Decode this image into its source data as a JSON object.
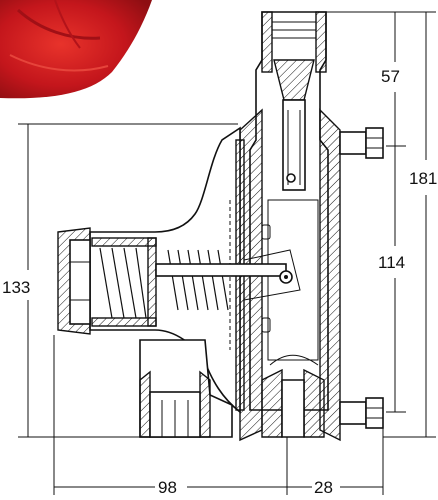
{
  "dimensions": {
    "top_section": "57",
    "overall_height": "181",
    "mid_section": "114",
    "left_height": "133",
    "left_width": "98",
    "right_width": "28"
  },
  "colors": {
    "accent_red": "#c4161c",
    "line": "#111111",
    "hatch_fill": "#ffffff"
  }
}
